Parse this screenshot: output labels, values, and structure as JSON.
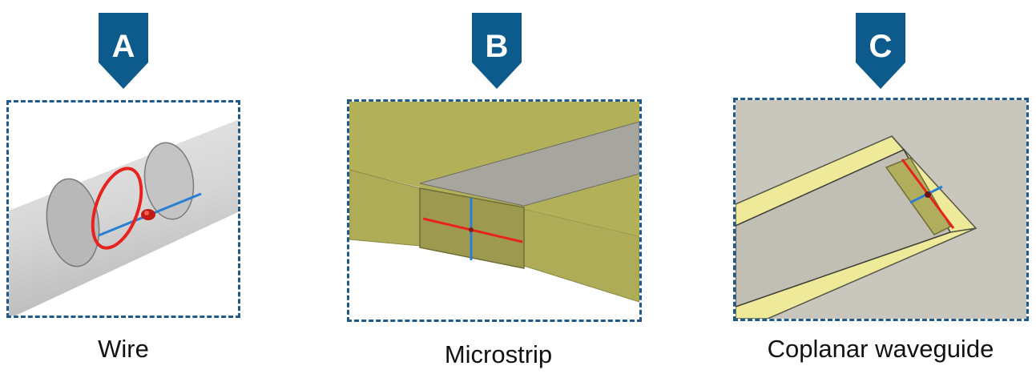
{
  "panels": [
    {
      "letter": "A",
      "caption": "Wire"
    },
    {
      "letter": "B",
      "caption": "Microstrip"
    },
    {
      "letter": "C",
      "caption": "Coplanar waveguide"
    }
  ],
  "colors": {
    "marker": "#0d5a8c",
    "border": "#1f5a8a",
    "port_ring": "#e8231f",
    "port_axis": "#2a7fd4",
    "substrate": "#b3b25c",
    "conductor_gray": "#a9a9a4",
    "cpw_conductor": "#eeea9a"
  }
}
